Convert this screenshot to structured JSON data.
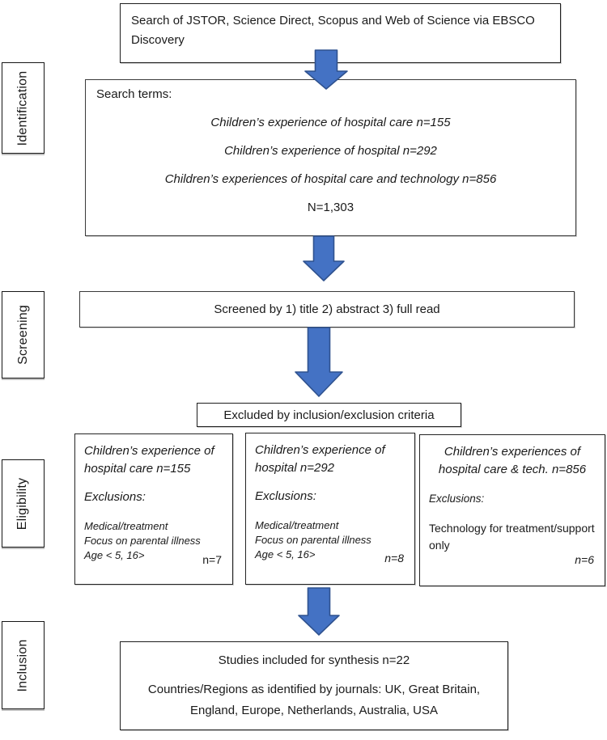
{
  "sidebar": {
    "stages": [
      "Identification",
      "Screening",
      "Eligibility",
      "Inclusion"
    ]
  },
  "boxes": {
    "search_source": "Search of JSTOR, Science Direct, Scopus and Web of Science via EBSCO Discovery",
    "search_terms": {
      "heading": "Search terms:",
      "terms": [
        "Children’s experience of hospital care n=155",
        "Children’s experience of hospital n=292",
        "Children’s experiences of hospital care and technology n=856"
      ],
      "total": "N=1,303"
    },
    "screened": "Screened by 1) title 2) abstract 3) full read",
    "excluded_header": "Excluded by inclusion/exclusion criteria",
    "exclusion_groups": [
      {
        "title": "Children’s experience of hospital care n=155",
        "exclusions_label": "Exclusions:",
        "exclusions": [
          "Medical/treatment",
          "Focus on parental illness",
          "Age < 5, 16>"
        ],
        "count": "n=7"
      },
      {
        "title": "Children’s experience of hospital n=292",
        "exclusions_label": "Exclusions:",
        "exclusions": [
          "Medical/treatment",
          "Focus on parental illness",
          "Age < 5, 16>"
        ],
        "count": "n=8"
      },
      {
        "title": "Children’s experiences of hospital care & tech. n=856",
        "exclusions_label": "Exclusions:",
        "exclusions": [
          "Technology for treatment/support only"
        ],
        "count": "n=6"
      }
    ],
    "included": {
      "line1": "Studies included for synthesis n=22",
      "line2": "Countries/Regions as identified by journals: UK, Great Britain, England, Europe, Netherlands, Australia, USA"
    }
  },
  "colors": {
    "arrow_fill": "#4472c4",
    "arrow_stroke": "#2f528f"
  }
}
